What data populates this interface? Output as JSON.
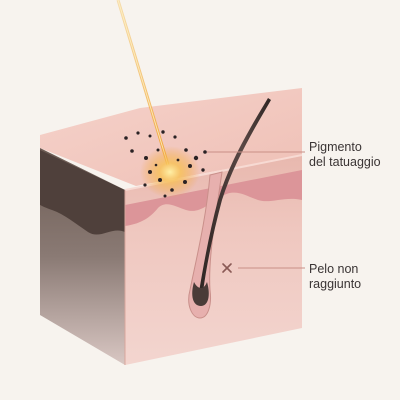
{
  "callouts": {
    "pigment": {
      "line1": "Pigmento",
      "line2": "del tatuaggio"
    },
    "hair": {
      "line1": "Pelo non",
      "line2": "raggiunto"
    }
  },
  "icons": {
    "hair_marker": "cross-mark-icon"
  },
  "colors": {
    "background": "#f7f3ee",
    "skin_top": "#f2c6bd",
    "skin_front": "#eac3bb",
    "dark_side": "#5a4a44",
    "dermis": "#d98e93",
    "laser": "#f0b24a",
    "hair": "#3b2f2d",
    "pigment": "#2a2224",
    "leader_line": "#c98f86"
  }
}
